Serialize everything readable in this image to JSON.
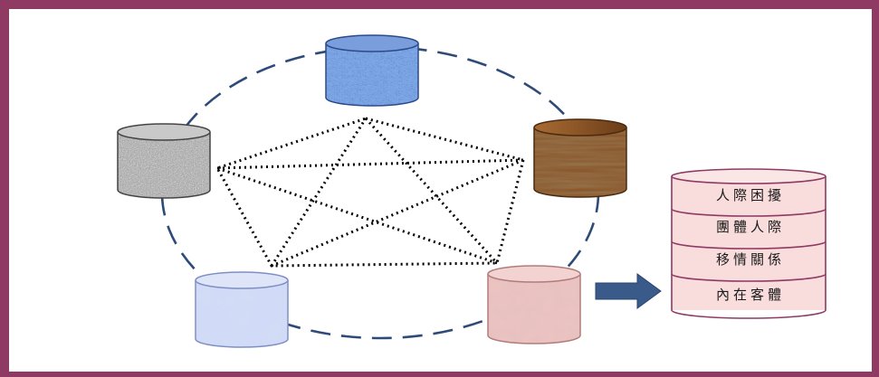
{
  "diagram": {
    "frame_color": "#8e3a63",
    "arrow_color": "#3a5a8a",
    "cylinders": [
      {
        "name": "blue-fabric",
        "color": "#4f79c4",
        "texture": "knit"
      },
      {
        "name": "brown-wood",
        "color": "#7a4a22",
        "texture": "wood-grain"
      },
      {
        "name": "pink-paper",
        "color": "#e9b9b7",
        "texture": "paper"
      },
      {
        "name": "light-blue-marble",
        "color": "#c8d4f2",
        "texture": "marble"
      },
      {
        "name": "gray-granite",
        "color": "#9a9a9a",
        "texture": "granite"
      }
    ],
    "layers": [
      {
        "label": "人際困擾"
      },
      {
        "label": "團體人際"
      },
      {
        "label": "移情關係"
      },
      {
        "label": "內在客體"
      }
    ]
  }
}
